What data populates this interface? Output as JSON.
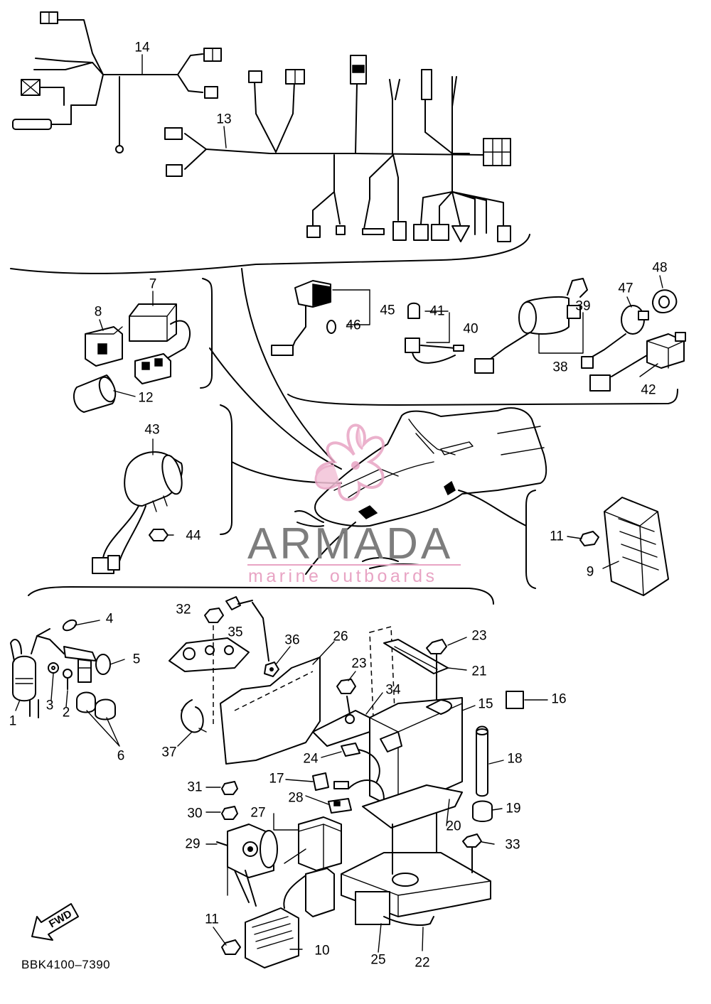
{
  "diagram": {
    "code": "BBK4100–7390",
    "fwd_label": "FWD",
    "watermark": {
      "brand": "ARMADA",
      "subtitle": "marine outboards",
      "logo": "pink-propeller-logo",
      "color_brand": "#7d7d7d",
      "color_accent": "#e8a4c4"
    }
  },
  "callouts": [
    "1",
    "2",
    "3",
    "4",
    "5",
    "6",
    "7",
    "8",
    "9",
    "10",
    "11",
    "11",
    "12",
    "13",
    "14",
    "15",
    "16",
    "17",
    "18",
    "19",
    "20",
    "21",
    "22",
    "23",
    "23",
    "24",
    "25",
    "26",
    "27",
    "28",
    "29",
    "30",
    "31",
    "32",
    "33",
    "34",
    "35",
    "36",
    "37",
    "38",
    "39",
    "40",
    "41",
    "42",
    "43",
    "44",
    "45",
    "46",
    "47",
    "48"
  ]
}
